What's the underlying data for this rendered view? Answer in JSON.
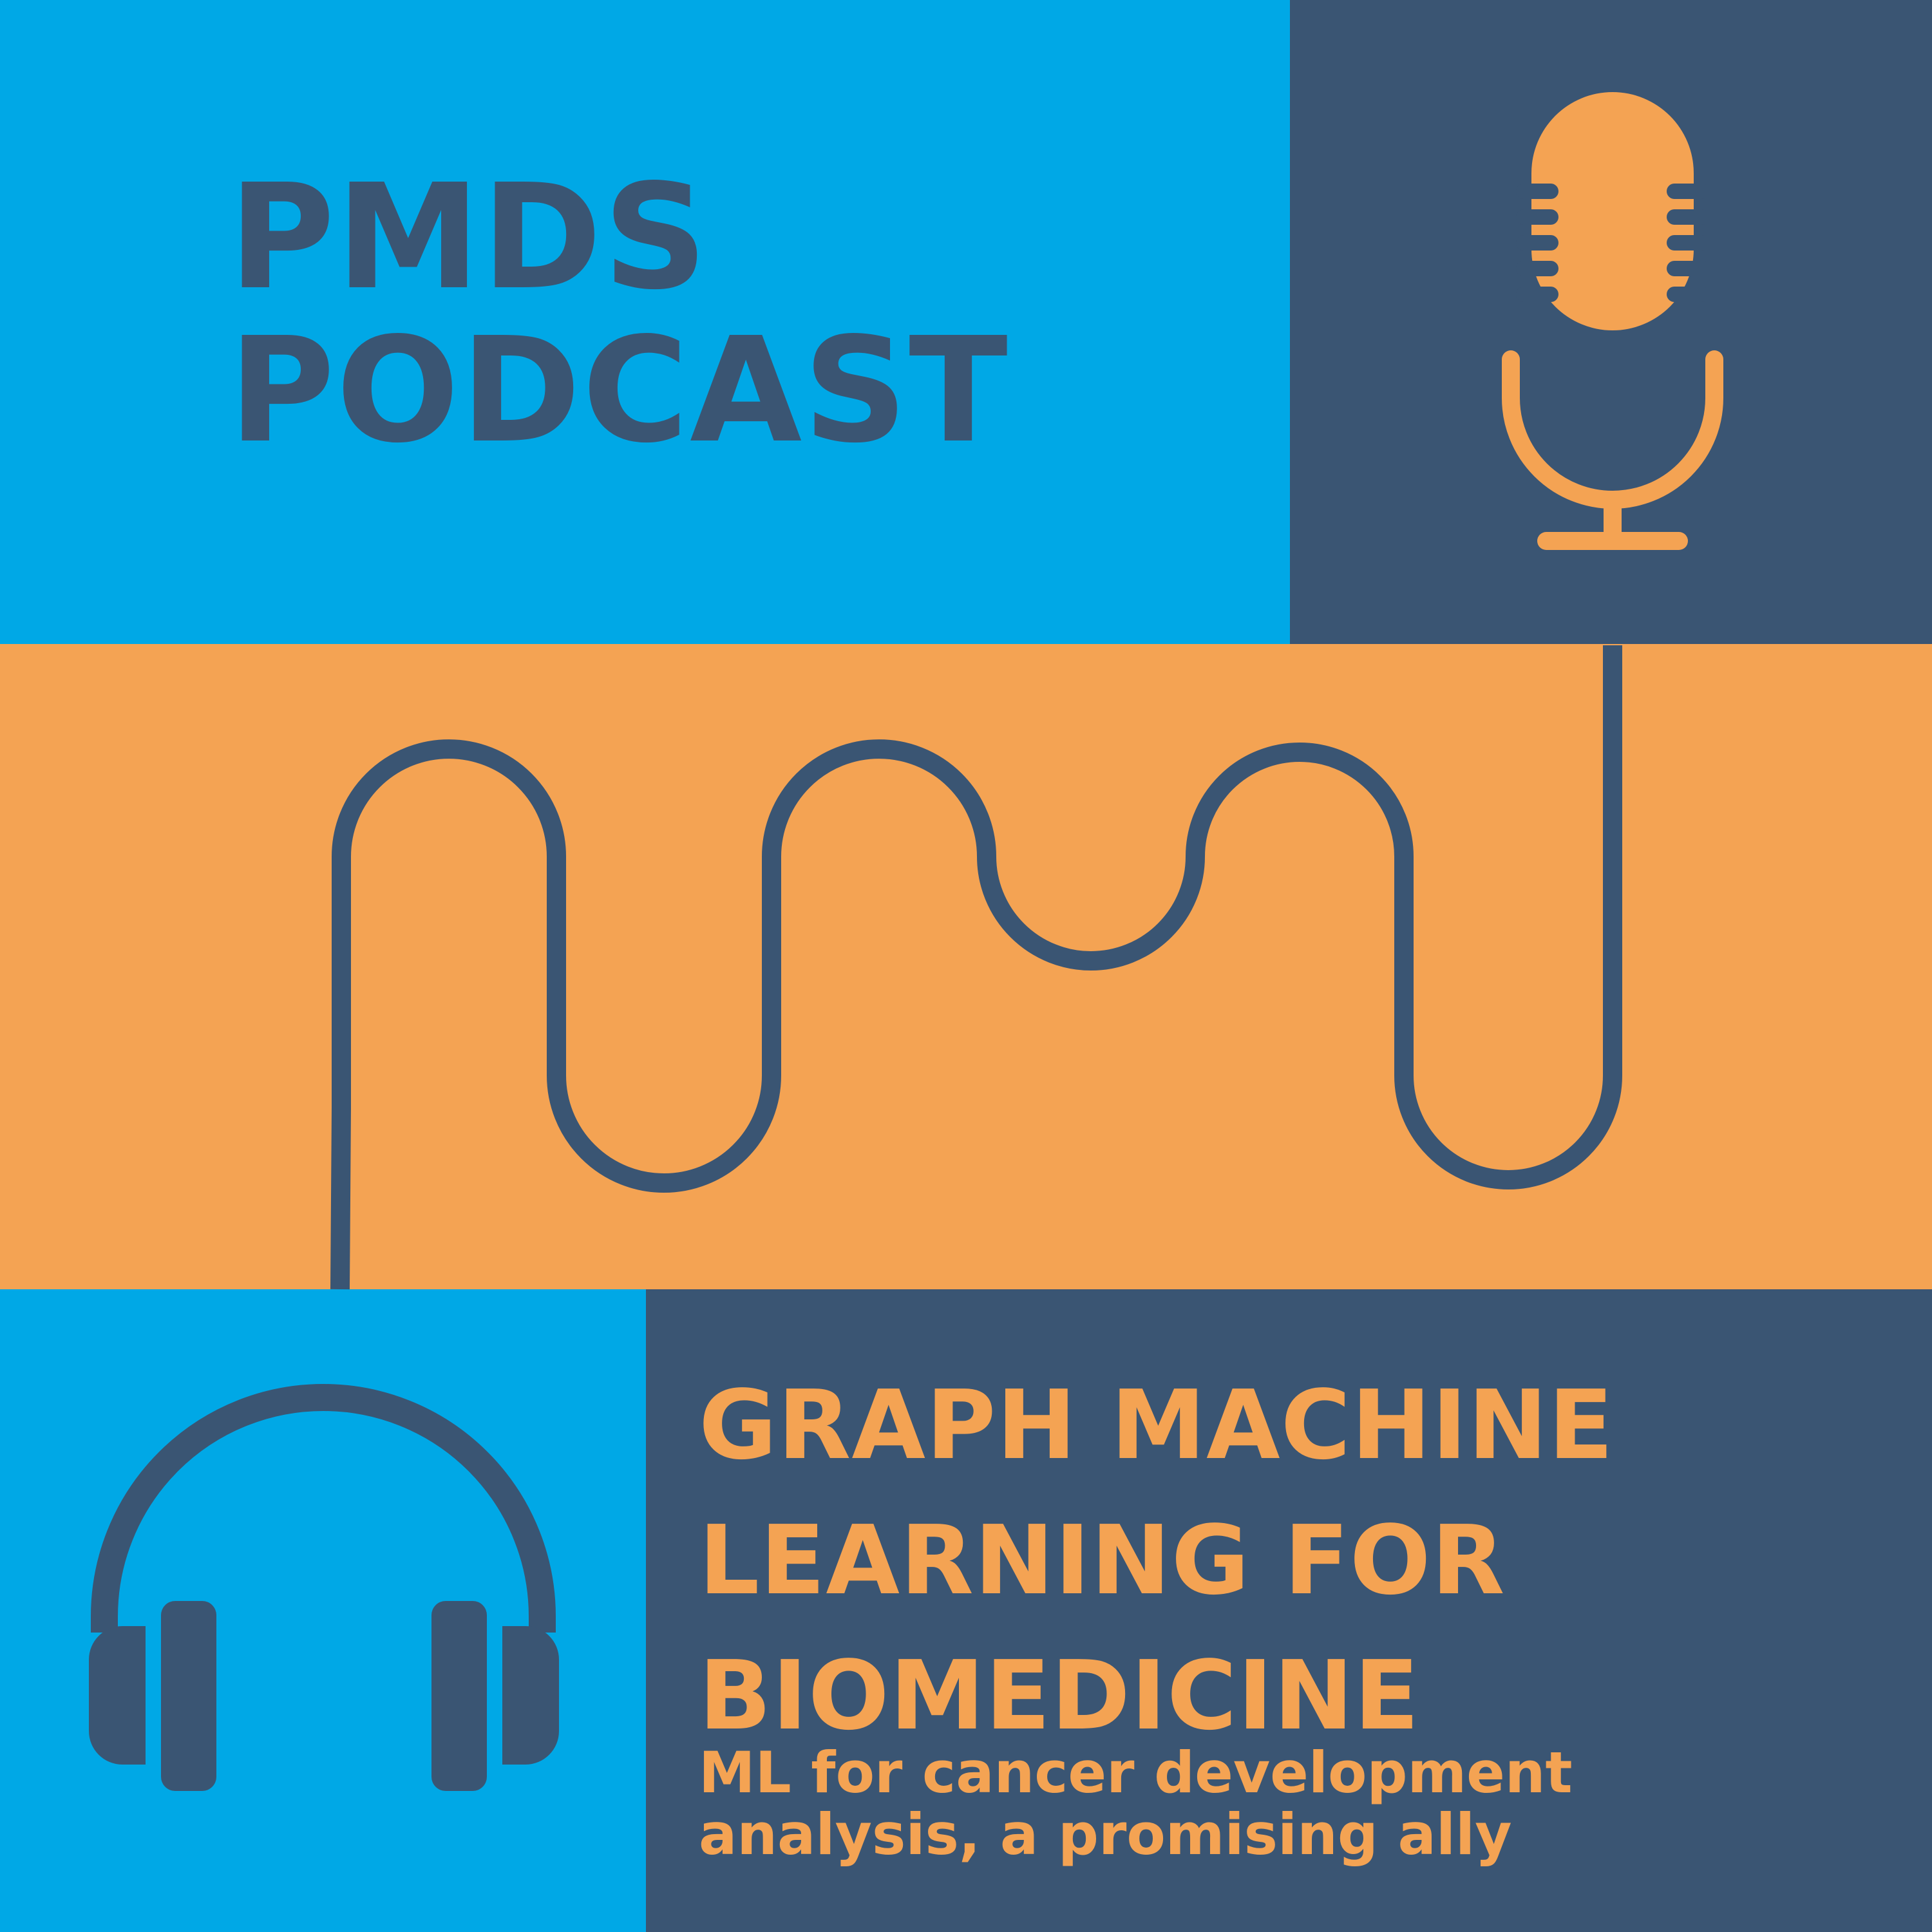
{
  "podcast": {
    "title_line1": "PMDS",
    "title_line2": "PODCAST"
  },
  "episode": {
    "title_lines": [
      "GRAPH MACHINE",
      "LEARNING FOR",
      "BIOMEDICINE"
    ],
    "subtitle_lines": [
      "ML for cancer development",
      "analysis, a promising ally"
    ]
  },
  "colors": {
    "sky_blue": "#00a8e6",
    "navy": "#3a5573",
    "orange": "#f4a353"
  },
  "icons": [
    "microphone-icon",
    "headphones-icon",
    "audio-cable-line"
  ]
}
